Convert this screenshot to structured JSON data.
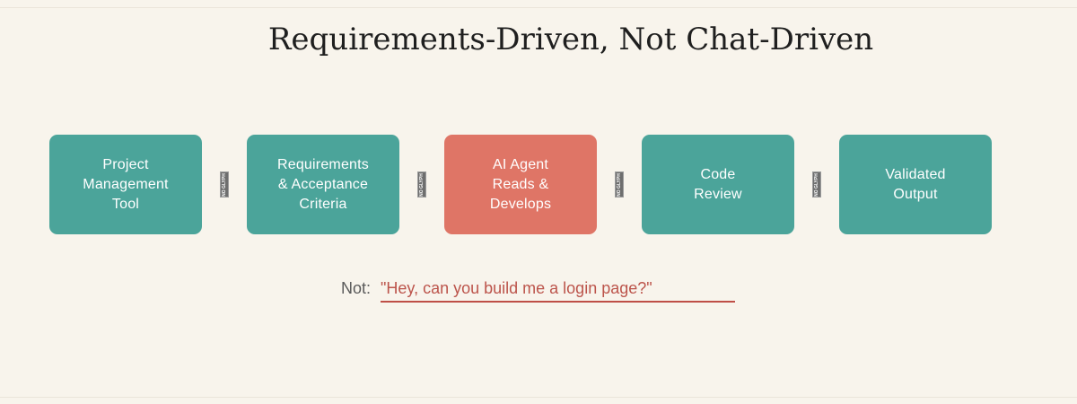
{
  "title": "Requirements-Driven, Not Chat-Driven",
  "flow": {
    "connector_text": "NO GLYPH",
    "steps": [
      {
        "label": "Project\nManagement\nTool",
        "color": "#4BA49A"
      },
      {
        "label": "Requirements\n& Acceptance\nCriteria",
        "color": "#4BA49A"
      },
      {
        "label": "AI Agent\nReads &\nDevelops",
        "color": "#DF7566"
      },
      {
        "label": "Code\nReview",
        "color": "#4BA49A"
      },
      {
        "label": "Validated\nOutput",
        "color": "#4BA49A"
      }
    ]
  },
  "not_line": {
    "label": "Not:",
    "quote": "\"Hey, can you build me a login page?\""
  },
  "colors": {
    "background": "#F8F4EC",
    "step_teal": "#4BA49A",
    "step_coral": "#DF7566",
    "step_text": "#FFFFFF",
    "title_text": "#1F1F1F",
    "not_label_gray": "#5A5A5A",
    "quote_red": "#BC544B",
    "underline_red": "#BF4F47",
    "connector_gray": "#6E6E6E",
    "frame_line": "#EBE5DA"
  }
}
